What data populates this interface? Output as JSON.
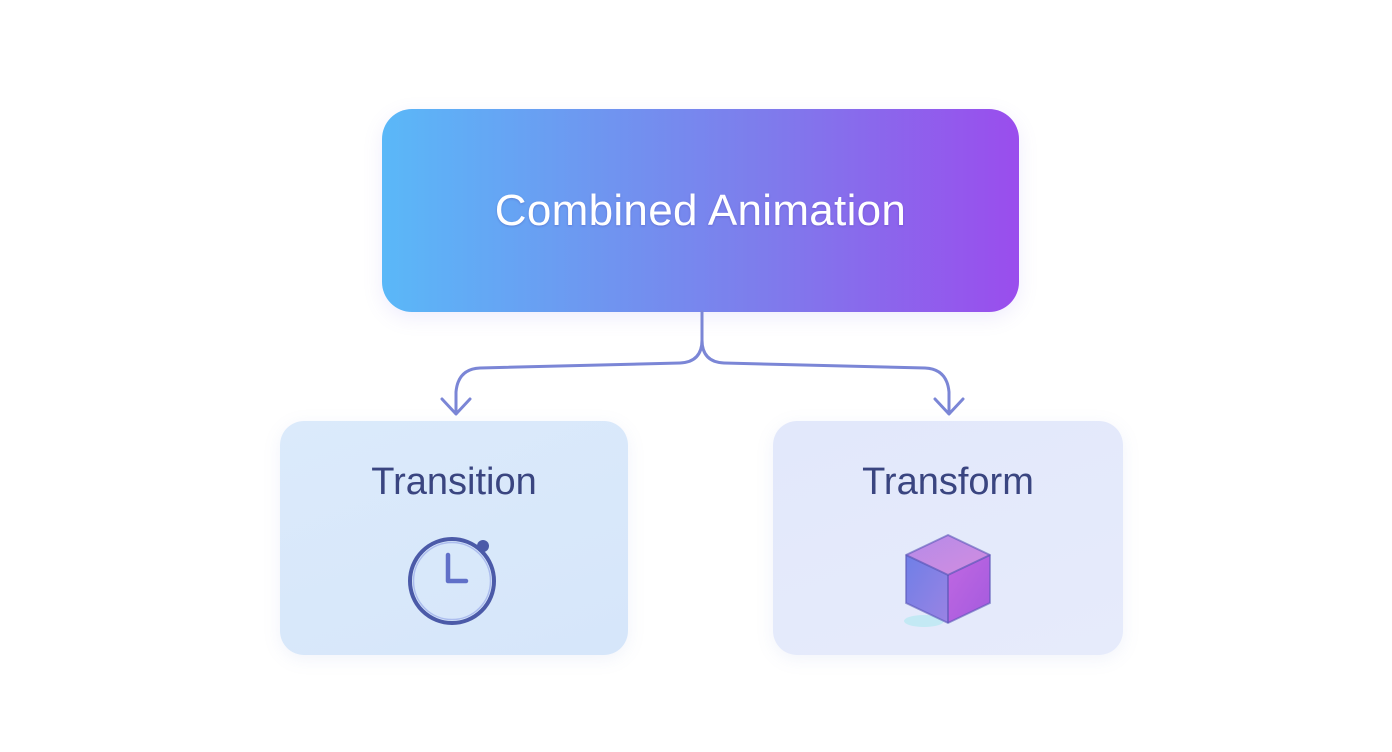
{
  "diagram": {
    "root": {
      "label": "Combined Animation"
    },
    "children": [
      {
        "label": "Transition",
        "icon": "stopwatch-icon"
      },
      {
        "label": "Transform",
        "icon": "cube-icon"
      }
    ]
  },
  "colors": {
    "root_gradient_start": "#5ab8f8",
    "root_gradient_end": "#9a4ded",
    "connector": "#7b86d6",
    "child_text": "#3a4580"
  }
}
